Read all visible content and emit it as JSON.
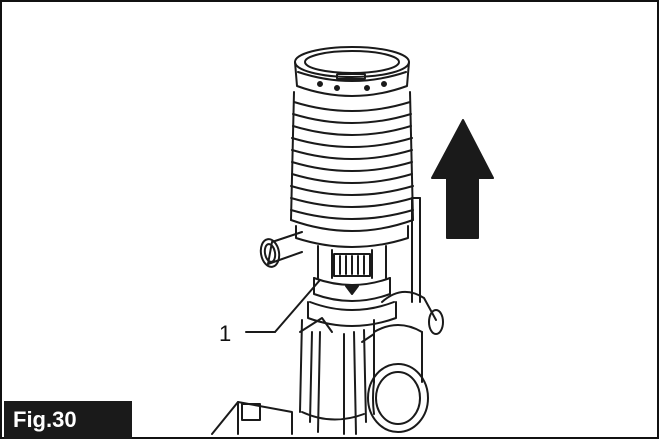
{
  "figure": {
    "label": "Fig.30"
  },
  "callouts": [
    {
      "number": "1"
    }
  ],
  "arrow": {
    "direction": "up",
    "color": "#1a1a1a"
  },
  "colors": {
    "line": "#1a1a1a",
    "background": "#ffffff",
    "tag_background": "#1a1a1a",
    "tag_text": "#ffffff"
  }
}
